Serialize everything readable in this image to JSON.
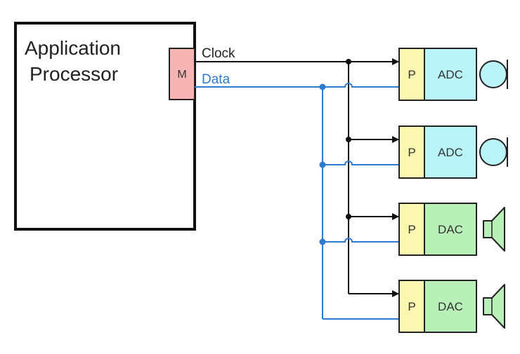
{
  "processor": {
    "title_line1": "Application",
    "title_line2": "Processor",
    "master_label": "M"
  },
  "signals": {
    "clock_label": "Clock",
    "data_label": "Data"
  },
  "colors": {
    "clock_wire": "#111111",
    "data_wire": "#2b7bd0",
    "master_fill": "#f7b4b4",
    "port_fill": "#fbf7b0",
    "adc_fill": "#b8f4f8",
    "dac_fill": "#b8f0b8"
  },
  "devices": [
    {
      "port_label": "P",
      "type_label": "ADC",
      "transducer": "microphone"
    },
    {
      "port_label": "P",
      "type_label": "ADC",
      "transducer": "microphone"
    },
    {
      "port_label": "P",
      "type_label": "DAC",
      "transducer": "speaker"
    },
    {
      "port_label": "P",
      "type_label": "DAC",
      "transducer": "speaker"
    }
  ]
}
